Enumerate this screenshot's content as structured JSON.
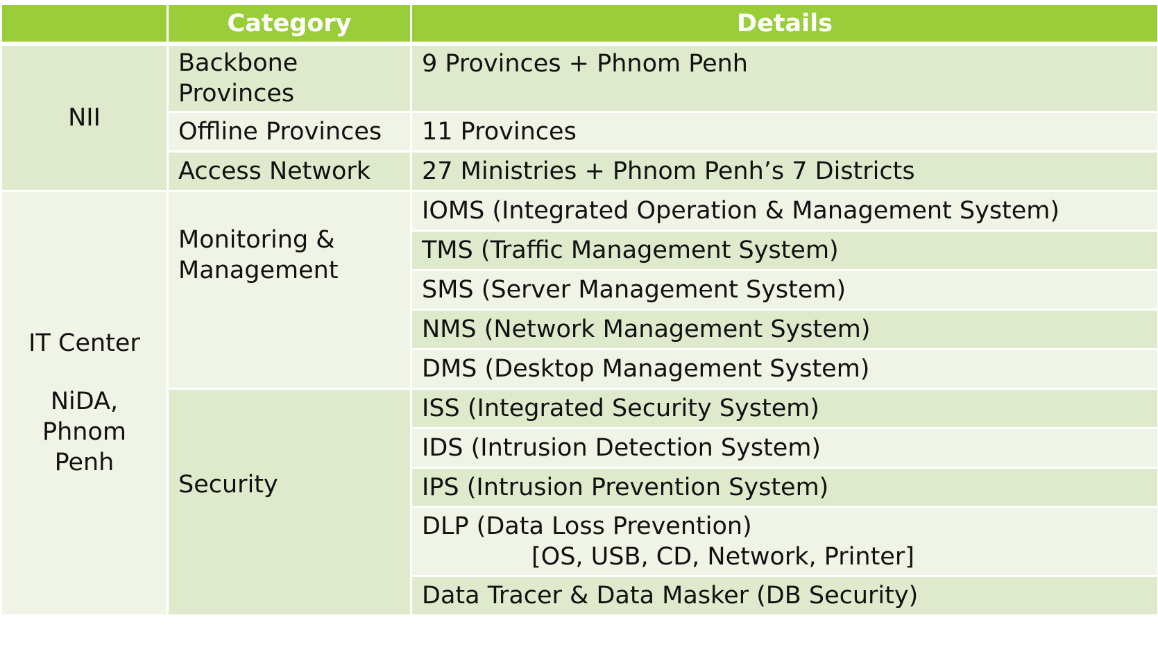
{
  "header": {
    "col1": "",
    "col2": "Category",
    "col3": "Details"
  },
  "groups": {
    "nii": {
      "label": "NII"
    },
    "itcenter": {
      "label": "IT Center",
      "sublabel_lines": [
        "NiDA,",
        "Phnom",
        "Penh"
      ]
    }
  },
  "categories": {
    "backbone": [
      "Backbone",
      "Provinces"
    ],
    "offline": "Offline Provinces",
    "access": "Access Network",
    "monitoring": [
      "Monitoring &",
      "Management"
    ],
    "security": "Security"
  },
  "details": {
    "backbone": "9 Provinces + Phnom Penh",
    "offline": "11 Provinces",
    "access": "27 Ministries + Phnom Penh’s 7 Districts",
    "ioms": "IOMS (Integrated Operation & Management System)",
    "tms": "TMS (Traffic Management System)",
    "sms": "SMS (Server Management System)",
    "nms": "NMS (Network Management System)",
    "dms": "DMS (Desktop Management System)",
    "iss": "ISS (Integrated Security System)",
    "ids": "IDS (Intrusion Detection System)",
    "ips": "IPS (Intrusion Prevention System)",
    "dlp": [
      "DLP (Data Loss Prevention)",
      "[OS, USB, CD, Network, Printer]"
    ],
    "tracer": "Data Tracer & Data Masker (DB Security)"
  },
  "colors": {
    "header": "#9acd3a",
    "row_dark": "#dfeacd",
    "row_light": "#eff4e6"
  }
}
